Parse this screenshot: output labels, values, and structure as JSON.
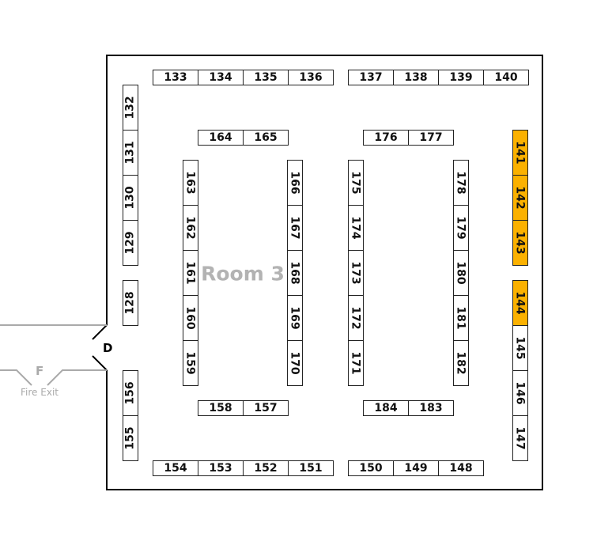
{
  "room": {
    "label": "Room 3"
  },
  "door": {
    "label": "D"
  },
  "fire_exit": {
    "letter": "F",
    "label": "Fire Exit"
  },
  "colors": {
    "highlight": "#fbb100",
    "wall": "#000000",
    "exit_line": "#aaaaaa"
  },
  "booth_groups": [
    {
      "id": "top-left",
      "booths": [
        {
          "label": "133"
        },
        {
          "label": "134"
        },
        {
          "label": "135"
        },
        {
          "label": "136"
        }
      ]
    },
    {
      "id": "top-right",
      "booths": [
        {
          "label": "137"
        },
        {
          "label": "138"
        },
        {
          "label": "139"
        },
        {
          "label": "140"
        }
      ]
    },
    {
      "id": "left-upper",
      "booths": [
        {
          "label": "132"
        },
        {
          "label": "131"
        },
        {
          "label": "130"
        },
        {
          "label": "129"
        }
      ]
    },
    {
      "id": "left-mid",
      "booths": [
        {
          "label": "128"
        }
      ]
    },
    {
      "id": "left-lower",
      "booths": [
        {
          "label": "156"
        },
        {
          "label": "155"
        }
      ]
    },
    {
      "id": "row-164",
      "booths": [
        {
          "label": "164"
        },
        {
          "label": "165"
        }
      ]
    },
    {
      "id": "row-176",
      "booths": [
        {
          "label": "176"
        },
        {
          "label": "177"
        }
      ]
    },
    {
      "id": "col-163",
      "booths": [
        {
          "label": "163"
        },
        {
          "label": "162"
        },
        {
          "label": "161"
        },
        {
          "label": "160"
        },
        {
          "label": "159"
        }
      ]
    },
    {
      "id": "col-166",
      "booths": [
        {
          "label": "166"
        },
        {
          "label": "167"
        },
        {
          "label": "168"
        },
        {
          "label": "169"
        },
        {
          "label": "170"
        }
      ]
    },
    {
      "id": "col-175",
      "booths": [
        {
          "label": "175"
        },
        {
          "label": "174"
        },
        {
          "label": "173"
        },
        {
          "label": "172"
        },
        {
          "label": "171"
        }
      ]
    },
    {
      "id": "col-178",
      "booths": [
        {
          "label": "178"
        },
        {
          "label": "179"
        },
        {
          "label": "180"
        },
        {
          "label": "181"
        },
        {
          "label": "182"
        }
      ]
    },
    {
      "id": "right-upper",
      "booths": [
        {
          "label": "141",
          "highlighted": true
        },
        {
          "label": "142",
          "highlighted": true
        },
        {
          "label": "143",
          "highlighted": true
        }
      ]
    },
    {
      "id": "right-lower",
      "booths": [
        {
          "label": "144",
          "highlighted": true
        },
        {
          "label": "145"
        },
        {
          "label": "146"
        },
        {
          "label": "147"
        }
      ]
    },
    {
      "id": "row-158",
      "booths": [
        {
          "label": "158"
        },
        {
          "label": "157"
        }
      ]
    },
    {
      "id": "row-184",
      "booths": [
        {
          "label": "184"
        },
        {
          "label": "183"
        }
      ]
    },
    {
      "id": "bottom-left",
      "booths": [
        {
          "label": "154"
        },
        {
          "label": "153"
        },
        {
          "label": "152"
        },
        {
          "label": "151"
        }
      ]
    },
    {
      "id": "bottom-right",
      "booths": [
        {
          "label": "150"
        },
        {
          "label": "149"
        },
        {
          "label": "148"
        }
      ]
    }
  ]
}
